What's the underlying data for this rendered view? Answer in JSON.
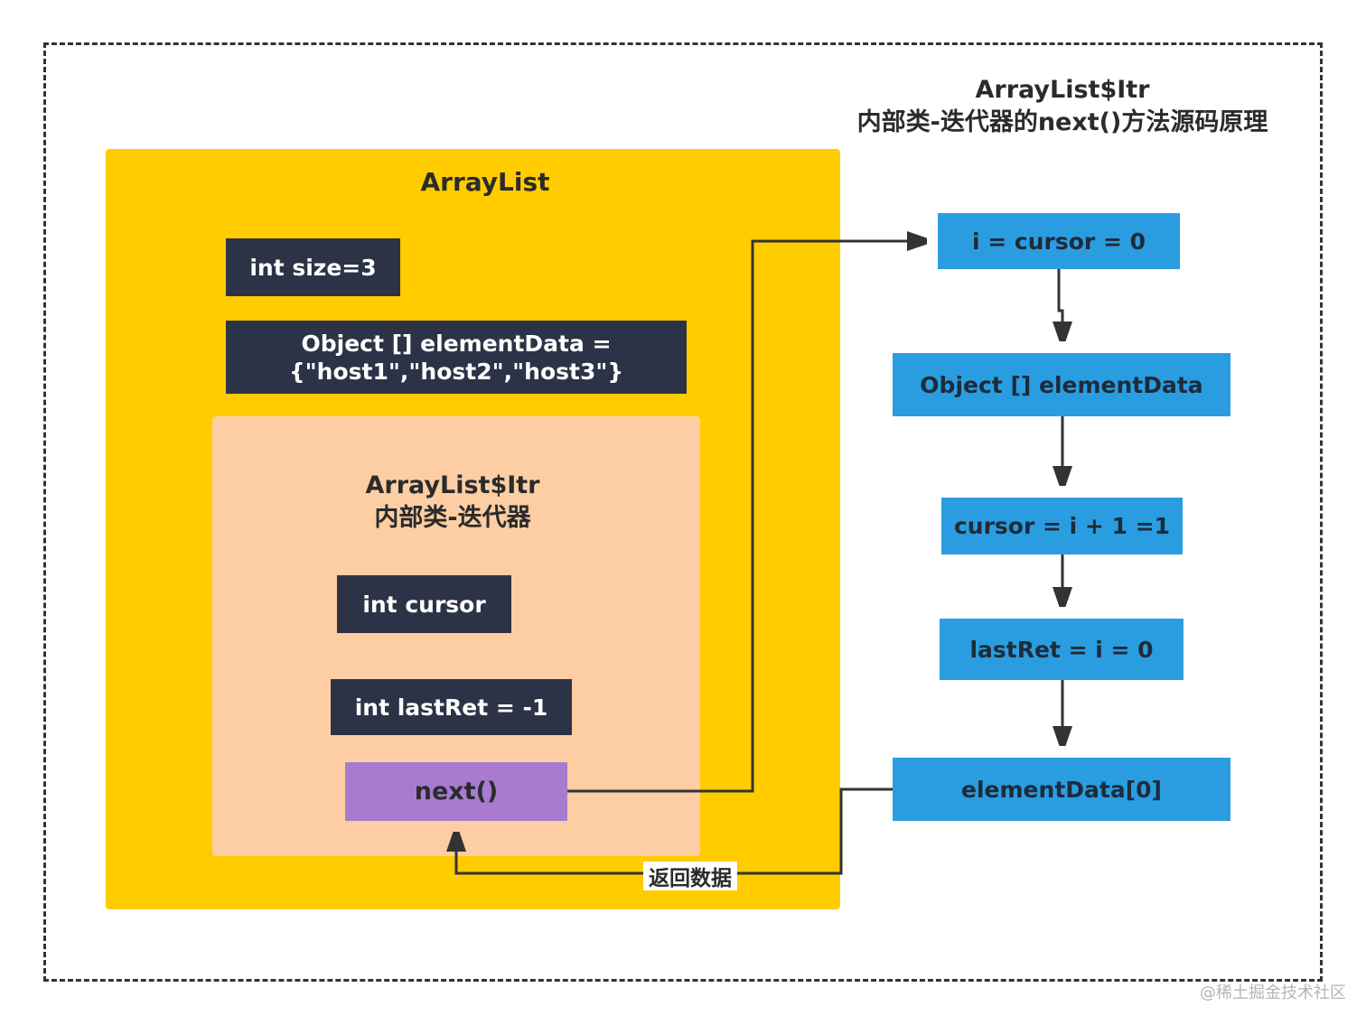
{
  "title": {
    "line1": "ArrayList$Itr",
    "line2": "内部类-迭代器的next()方法源码原理"
  },
  "arraylist": {
    "label": "ArrayList",
    "size_field": "int size=3",
    "element_data_line1": "Object [] elementData =",
    "element_data_line2": "{\"host1\",\"host2\",\"host3\"}"
  },
  "itr": {
    "label_line1": "ArrayList$Itr",
    "label_line2": "内部类-迭代器",
    "cursor_field": "int cursor",
    "last_ret_field": "int lastRet = -1",
    "next_method": "next()"
  },
  "flow": {
    "step1": "i =  cursor = 0",
    "step2": "Object [] elementData",
    "step3": "cursor = i + 1 =1",
    "step4": "lastRet = i = 0",
    "step5": "elementData[0]"
  },
  "return_label": "返回数据",
  "watermark": "@稀土掘金技术社区",
  "colors": {
    "arraylist_bg": "#ffcc00",
    "itr_bg": "#fdcea3",
    "field_bg": "#2d3346",
    "next_bg": "#a87bd0",
    "flow_bg": "#2a9de0"
  }
}
